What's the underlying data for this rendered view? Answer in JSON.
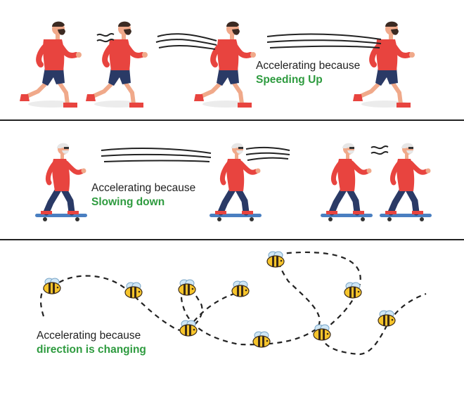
{
  "panels": {
    "speeding_up": {
      "lead": "Accelerating because",
      "reason": "Speeding Up"
    },
    "slowing_down": {
      "lead": "Accelerating because",
      "reason": "Slowing down"
    },
    "direction": {
      "lead": "Accelerating because",
      "reason": "direction is changing"
    }
  },
  "colors": {
    "reason_text": "#2e9b3f",
    "shirt": "#e8443f",
    "pants": "#2a3a66",
    "skin": "#f0a98a",
    "beard": "#3b2a22",
    "divider": "#222222",
    "bee_yellow": "#f7c52b"
  }
}
